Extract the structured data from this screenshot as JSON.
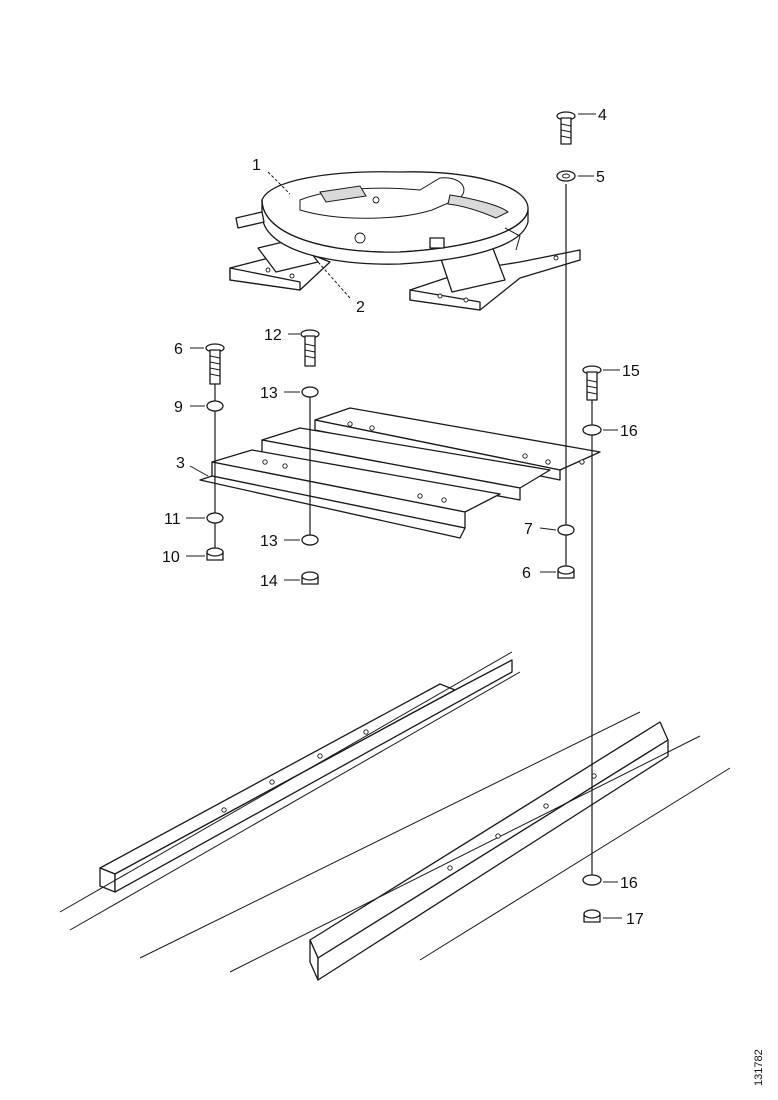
{
  "callouts": [
    {
      "id": "1",
      "label": "1"
    },
    {
      "id": "2",
      "label": "2"
    },
    {
      "id": "3",
      "label": "3"
    },
    {
      "id": "4",
      "label": "4"
    },
    {
      "id": "5",
      "label": "5"
    },
    {
      "id": "6a",
      "label": "6"
    },
    {
      "id": "6b",
      "label": "6"
    },
    {
      "id": "7",
      "label": "7"
    },
    {
      "id": "9",
      "label": "9"
    },
    {
      "id": "10",
      "label": "10"
    },
    {
      "id": "11",
      "label": "11"
    },
    {
      "id": "12",
      "label": "12"
    },
    {
      "id": "13a",
      "label": "13"
    },
    {
      "id": "13b",
      "label": "13"
    },
    {
      "id": "14",
      "label": "14"
    },
    {
      "id": "15",
      "label": "15"
    },
    {
      "id": "16a",
      "label": "16"
    },
    {
      "id": "16b",
      "label": "16"
    },
    {
      "id": "17",
      "label": "17"
    }
  ],
  "reference_code": "131782"
}
